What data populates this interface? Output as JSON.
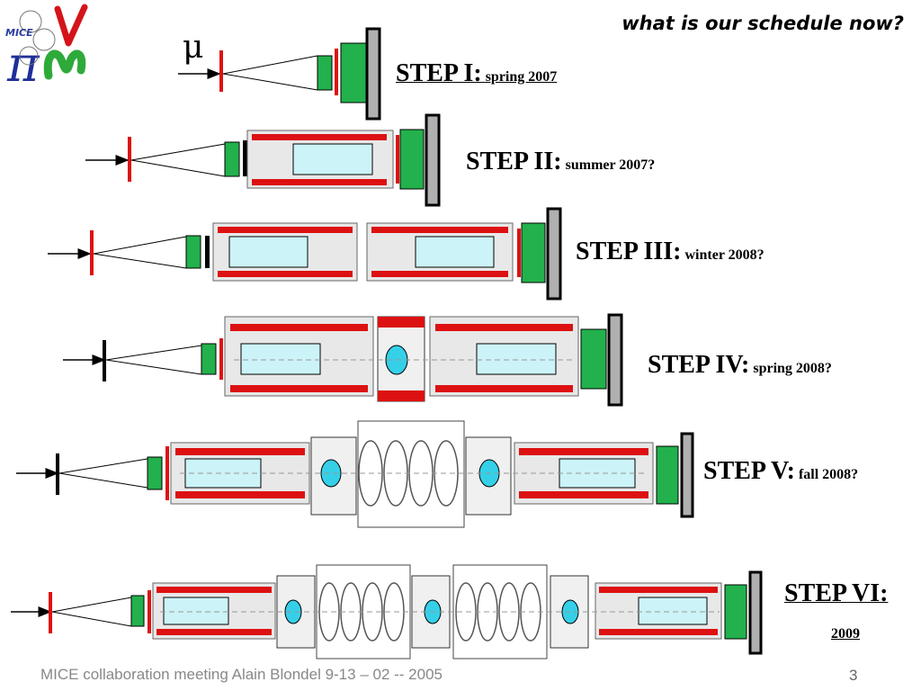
{
  "slide": {
    "title": "what is our schedule now?",
    "mu_symbol": "μ",
    "footer": "MICE collaboration meeting Alain Blondel  9-13 – 02 -- 2005",
    "page_number": "3"
  },
  "logo": {
    "label": "MICE"
  },
  "steps": [
    {
      "name": "STEP I:",
      "when": "spring 2007"
    },
    {
      "name": "STEP II:",
      "when": "summer 2007?"
    },
    {
      "name": "STEP III:",
      "when": "winter 2008?"
    },
    {
      "name": "STEP IV:",
      "when": "spring 2008?"
    },
    {
      "name": "STEP V:",
      "when": "fall 2008?"
    },
    {
      "name": "STEP VI:",
      "when": "2009"
    }
  ],
  "colors": {
    "green": "#22b14c",
    "red": "#dd1111",
    "cyan": "#ccf3f7",
    "gray": "#b0b0b0",
    "frame": "#555555"
  }
}
